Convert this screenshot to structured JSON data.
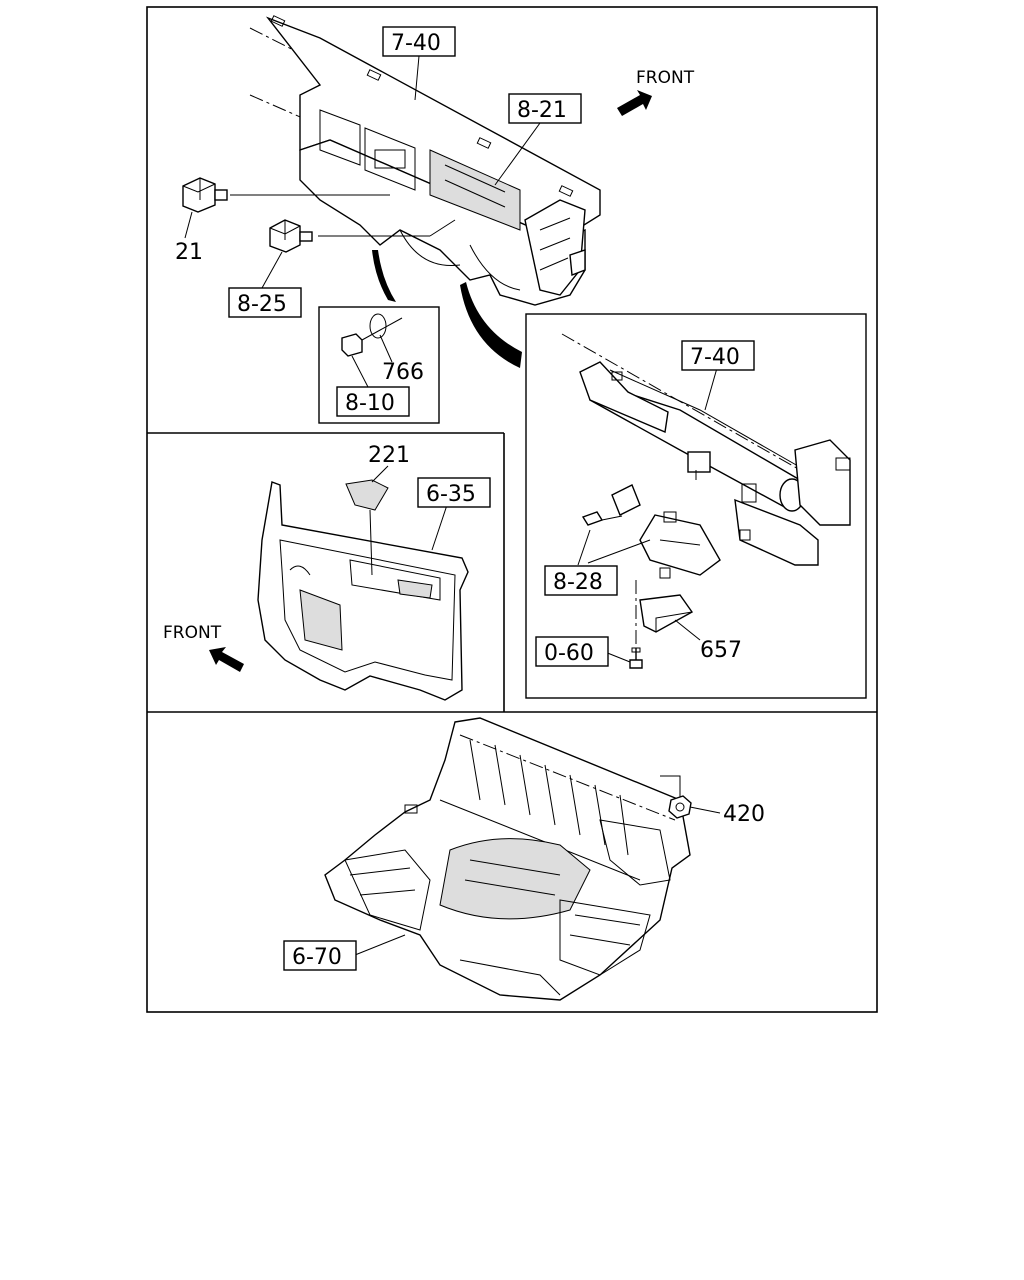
{
  "front_labels": [
    "FRONT",
    "FRONT"
  ],
  "refs": {
    "r740_top": "7-40",
    "r821": "8-21",
    "r825": "8-25",
    "r810": "8-10",
    "r740_detail": "7-40",
    "r828": "8-28",
    "r060": "0-60",
    "r635": "6-35",
    "r670": "6-70"
  },
  "parts": {
    "p21": "21",
    "p766": "766",
    "p657": "657",
    "p221": "221",
    "p420": "420"
  }
}
